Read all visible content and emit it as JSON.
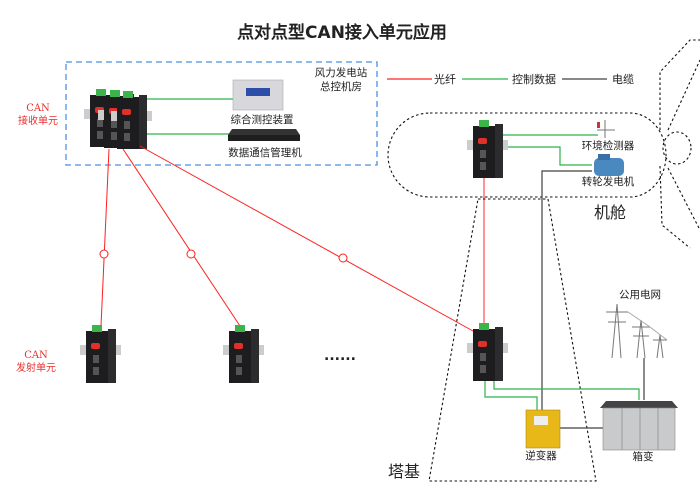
{
  "title": "点对点型CAN接入单元应用",
  "legend": [
    {
      "label": "光纤",
      "color": "#ff2020"
    },
    {
      "label": "控制数据",
      "color": "#2db34a"
    },
    {
      "label": "电缆",
      "color": "#404040"
    }
  ],
  "control_room": {
    "label_line1": "风力发电站",
    "label_line2": "总控机房",
    "border_color": "#4a90e2"
  },
  "receiver": {
    "line1": "CAN",
    "line2": "接收单元"
  },
  "transmitter": {
    "line1": "CAN",
    "line2": "发射单元"
  },
  "devices": {
    "monitor": "综合测控装置",
    "data_manager": "数据通信管理机",
    "env_sensor": "环境检测器",
    "generator": "转轮发电机",
    "grid": "公用电网",
    "inverter": "逆变器",
    "box_transformer": "箱变"
  },
  "areas": {
    "nacelle": "机舱",
    "tower_base": "塔基"
  },
  "ellipsis": "......",
  "colors": {
    "fiber": "#ff2020",
    "control": "#2db34a",
    "cable": "#404040",
    "label_red": "#e8312f"
  }
}
